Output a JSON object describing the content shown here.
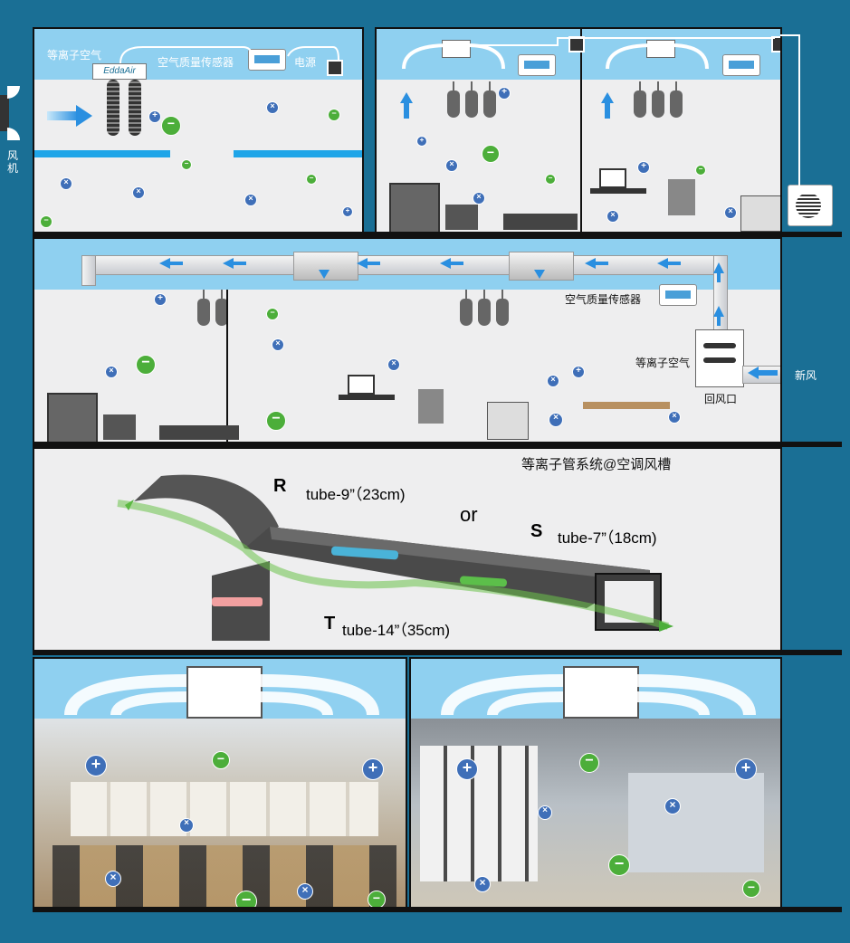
{
  "fan_label": "风机",
  "panel1": {
    "plasma_label": "等离子空气",
    "sensor_label": "空气质量传感器",
    "power_label": "电源",
    "brand": "EddaAir"
  },
  "panel3": {
    "sensor_label": "空气质量传感器",
    "plasma_label": "等离子空气",
    "return_label": "回风口",
    "fresh_air_label": "新风"
  },
  "panel4": {
    "title": "等离子管系统@空调风槽",
    "r_letter": "R",
    "r_text": "tube-9”（23cm)",
    "or_text": "or",
    "s_letter": "S",
    "s_text": "tube-7”（18cm)",
    "t_letter": "T",
    "t_text": "tube-14”（35cm)"
  },
  "colors": {
    "background": "#1a6f95",
    "ceiling": "#8fd0f0",
    "positive_ion": "#3f6fb8",
    "negative_ion": "#4cae3a",
    "flow_arrow": "#2a8fe0"
  }
}
